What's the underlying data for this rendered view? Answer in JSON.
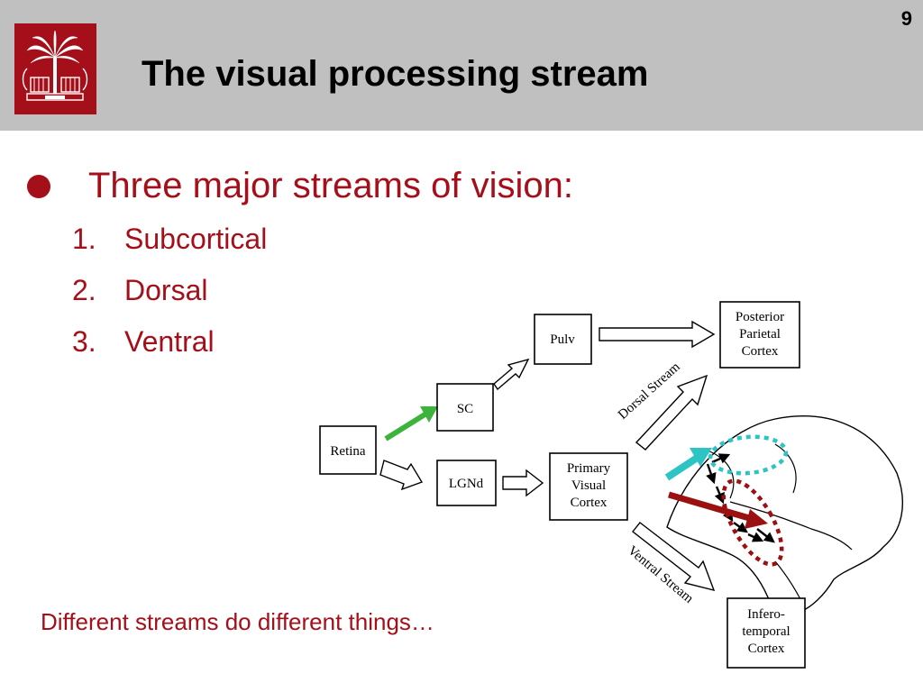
{
  "slide": {
    "number": "9",
    "title": "The visual processing stream"
  },
  "bullet": {
    "text": "Three major streams of vision:",
    "items": [
      {
        "num": "1.",
        "text": "Subcortical"
      },
      {
        "num": "2.",
        "text": "Dorsal"
      },
      {
        "num": "3.",
        "text": "Ventral"
      }
    ]
  },
  "footer": "Different streams do different things…",
  "diagram": {
    "retina": "Retina",
    "sc": "SC",
    "lgnd": "LGNd",
    "pulv": "Pulv",
    "primary": [
      "Primary",
      "Visual",
      "Cortex"
    ],
    "posterior": [
      "Posterior",
      "Parietal",
      "Cortex"
    ],
    "infero": [
      "Infero-",
      "temporal",
      "Cortex"
    ],
    "dorsal_stream": "Dorsal  Stream",
    "ventral_stream": "Ventral  Stream"
  },
  "colors": {
    "brand": "#a50f19",
    "header_bg": "#c0c0c0",
    "green_arrow": "#3cb43c",
    "cyan_arrow": "#2ec4c4",
    "red_arrow": "#9b1010"
  },
  "icons": {
    "logo": "university-seal-palmetto-icon",
    "bullet": "filled-circle-bullet-icon"
  }
}
